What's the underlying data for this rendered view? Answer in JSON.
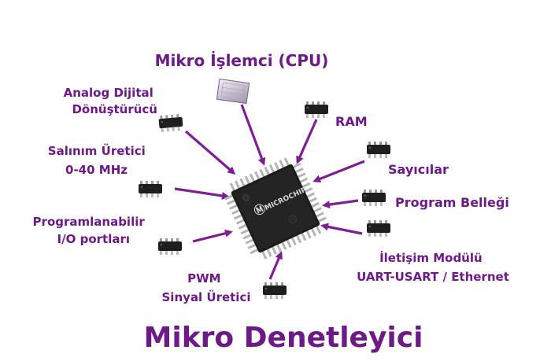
{
  "colors": {
    "label": "#6b1a86",
    "arrow": "#7d1f91",
    "chip_body": "#1c1c1c",
    "chip_pins": "#b4b4b4"
  },
  "title": "Mikro Denetleyici",
  "center_chip": {
    "brand": "MICROCHIP",
    "icon": "microchip-qfp-icon"
  },
  "components": [
    {
      "id": "cpu",
      "lines": [
        "Mikro İşlemci (CPU)"
      ],
      "icon": "cpu-die-icon"
    },
    {
      "id": "adc",
      "lines": [
        "Analog Dijital",
        "Dönüştürücü"
      ],
      "icon": "dip-chip-icon"
    },
    {
      "id": "ram",
      "lines": [
        "RAM"
      ],
      "icon": "dip-chip-icon"
    },
    {
      "id": "oscillator",
      "lines": [
        "Salınım Üretici",
        "0-40 MHz"
      ],
      "icon": "dip-chip-icon"
    },
    {
      "id": "counters",
      "lines": [
        "Sayıcılar"
      ],
      "icon": "dip-chip-icon"
    },
    {
      "id": "program-memory",
      "lines": [
        "Program Belleği"
      ],
      "icon": "dip-chip-icon"
    },
    {
      "id": "io-ports",
      "lines": [
        "Programlanabilir",
        "I/O portları"
      ],
      "icon": "dip-chip-icon"
    },
    {
      "id": "comm-module",
      "lines": [
        "İletişim Modülü",
        "UART-USART / Ethernet"
      ],
      "icon": "dip-chip-icon"
    },
    {
      "id": "pwm",
      "lines": [
        "PWM",
        "Sinyal Üretici"
      ],
      "icon": "dip-chip-icon"
    }
  ]
}
